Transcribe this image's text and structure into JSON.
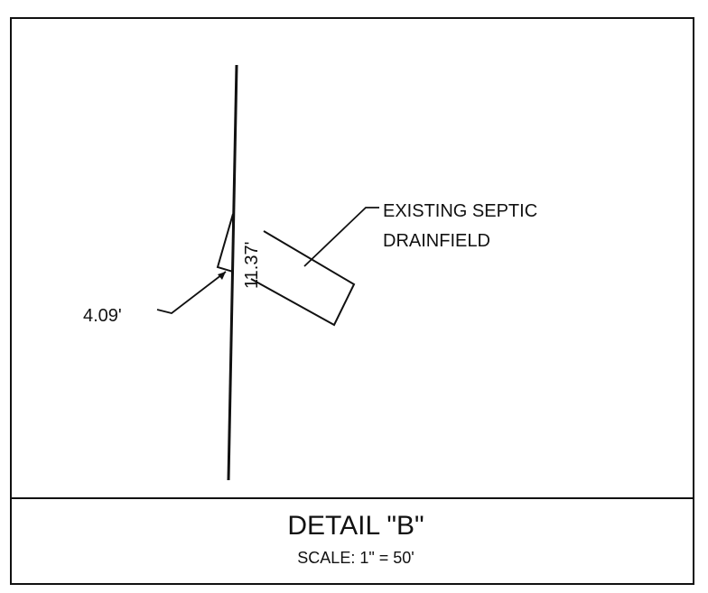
{
  "drawing": {
    "labels": {
      "existing_line1": "EXISTING SEPTIC",
      "existing_line2": "DRAINFIELD",
      "dim_offset": "11.37'",
      "dim_side": "4.09'"
    },
    "title_block": {
      "title": "DETAIL  \"B\"",
      "scale": "SCALE: 1\" = 50'"
    },
    "colors": {
      "ink": "#111111",
      "paper": "#ffffff"
    }
  }
}
